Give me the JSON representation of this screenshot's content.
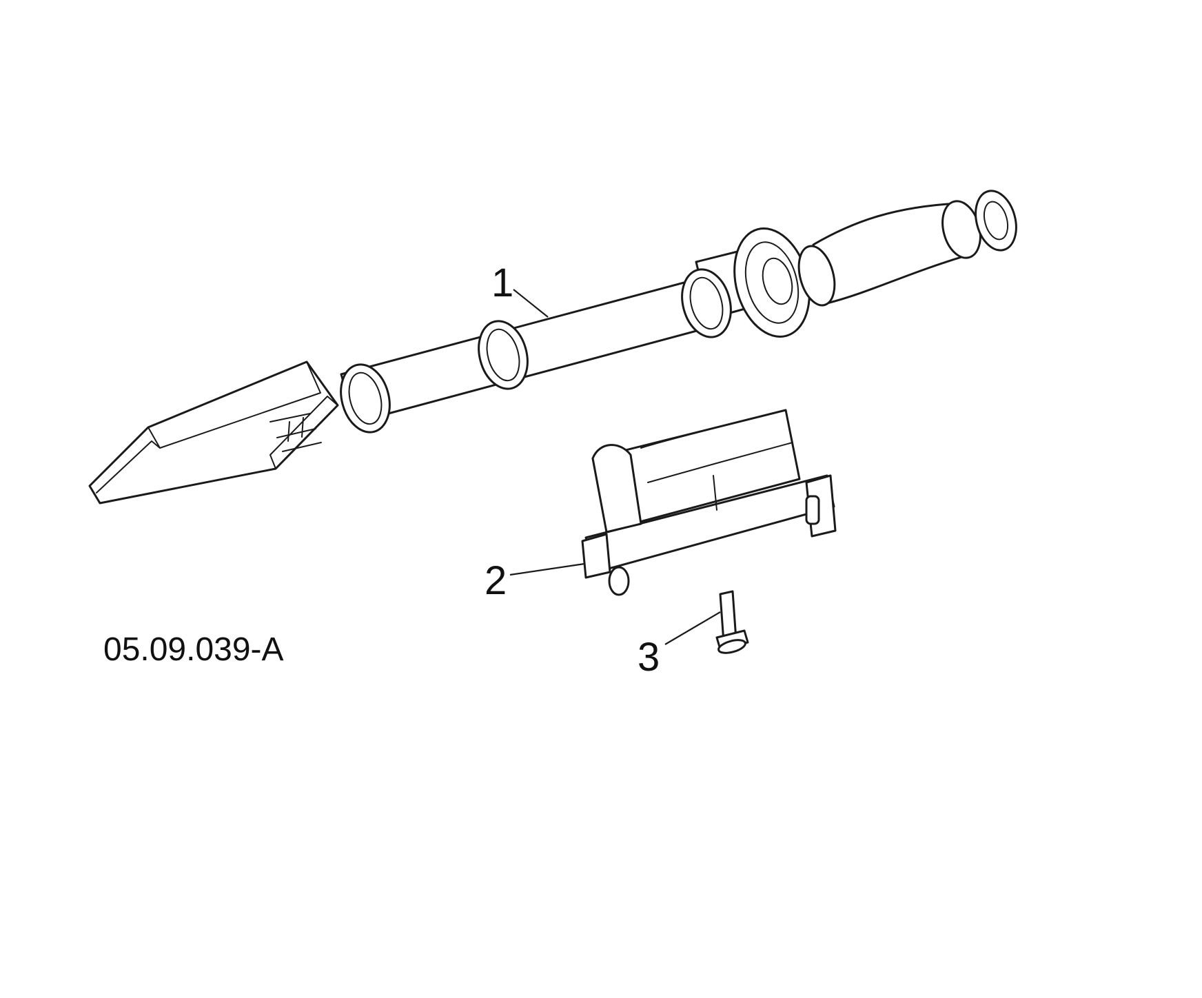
{
  "drawing": {
    "id_label": "05.09.039-A",
    "line_color": "#1a1a1a",
    "background": "#ffffff"
  },
  "callouts": [
    {
      "number": "1"
    },
    {
      "number": "2"
    },
    {
      "number": "3"
    }
  ]
}
